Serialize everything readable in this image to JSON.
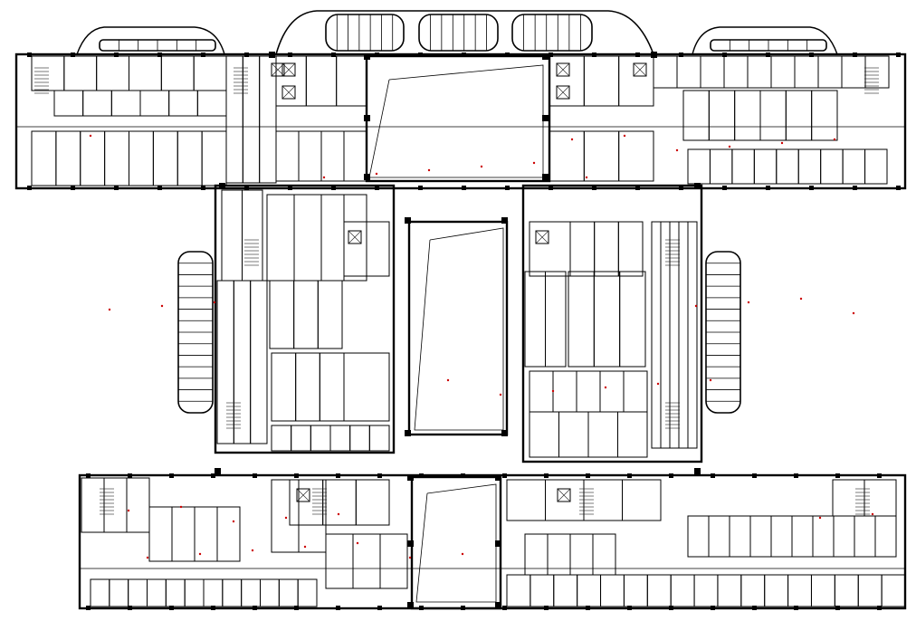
{
  "drawing": {
    "colors": {
      "background": "#ffffff",
      "line": "#000000",
      "accent_marks": "#cc0000"
    },
    "wings": {
      "top": 1,
      "middle_left": 1,
      "middle_right": 1,
      "bottom": 1
    },
    "atria": 3,
    "canopies": 7
  }
}
